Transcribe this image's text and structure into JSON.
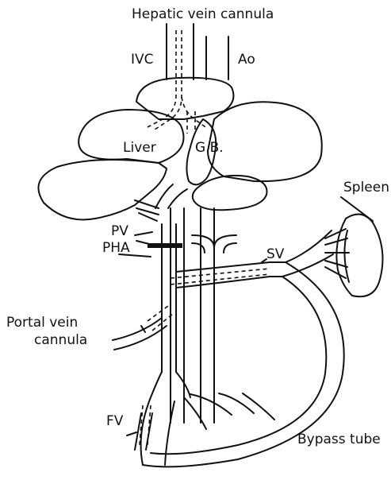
{
  "labels": {
    "hepatic_vein_cannula": "Hepatic vein cannula",
    "ivc": "IVC",
    "ao": "Ao",
    "liver": "Liver",
    "gb": "G.B.",
    "spleen": "Spleen",
    "pv": "PV",
    "pha": "PHA",
    "sv": "SV",
    "portal_vein_cannula_line1": "Portal vein",
    "portal_vein_cannula_line2": "cannula",
    "fv": "FV",
    "bypass_tube": "Bypass tube"
  }
}
